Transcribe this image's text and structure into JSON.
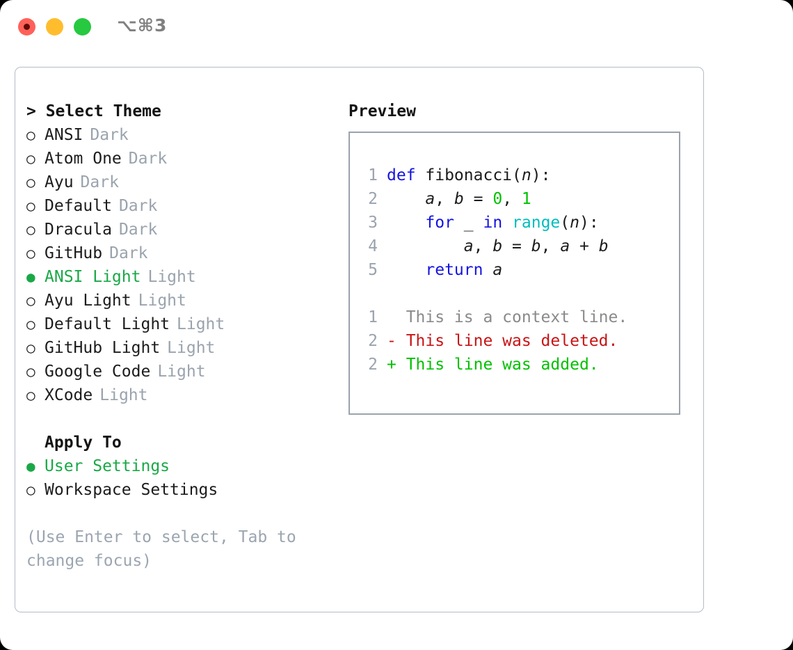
{
  "window": {
    "shortcut": "⌥⌘3",
    "traffic_lights": [
      {
        "name": "close-button",
        "color": "#ff6159"
      },
      {
        "name": "minimize-button",
        "color": "#ffbd2e"
      },
      {
        "name": "maximize-button",
        "color": "#26c940"
      }
    ]
  },
  "theme_panel": {
    "heading": "> Select Theme",
    "selected_theme": "ANSI Light",
    "items": [
      {
        "bullet": "○",
        "label": "ANSI",
        "variant": "Dark",
        "selected": false
      },
      {
        "bullet": "○",
        "label": "Atom One",
        "variant": "Dark",
        "selected": false
      },
      {
        "bullet": "○",
        "label": "Ayu",
        "variant": "Dark",
        "selected": false
      },
      {
        "bullet": "○",
        "label": "Default",
        "variant": "Dark",
        "selected": false
      },
      {
        "bullet": "○",
        "label": "Dracula",
        "variant": "Dark",
        "selected": false
      },
      {
        "bullet": "○",
        "label": "GitHub",
        "variant": "Dark",
        "selected": false
      },
      {
        "bullet": "●",
        "label": "ANSI Light",
        "variant": "Light",
        "selected": true
      },
      {
        "bullet": "○",
        "label": "Ayu Light",
        "variant": "Light",
        "selected": false
      },
      {
        "bullet": "○",
        "label": "Default Light",
        "variant": "Light",
        "selected": false
      },
      {
        "bullet": "○",
        "label": "GitHub Light",
        "variant": "Light",
        "selected": false
      },
      {
        "bullet": "○",
        "label": "Google Code",
        "variant": "Light",
        "selected": false
      },
      {
        "bullet": "○",
        "label": "XCode",
        "variant": "Light",
        "selected": false
      }
    ]
  },
  "apply_to": {
    "heading": "Apply To",
    "selected": "User Settings",
    "items": [
      {
        "bullet": "●",
        "label": "User Settings",
        "selected": true
      },
      {
        "bullet": "○",
        "label": "Workspace Settings",
        "selected": false
      }
    ]
  },
  "hint": "(Use Enter to select, Tab to change focus)",
  "preview": {
    "heading": "Preview",
    "code_lines": [
      {
        "num": "1",
        "tokens": [
          {
            "t": "def ",
            "k": "kw"
          },
          {
            "t": "fibonacci",
            "k": "pl"
          },
          {
            "t": "(",
            "k": "pl"
          },
          {
            "t": "n",
            "k": "id"
          },
          {
            "t": "):",
            "k": "pl"
          }
        ]
      },
      {
        "num": "2",
        "tokens": [
          {
            "t": "    ",
            "k": "pl"
          },
          {
            "t": "a",
            "k": "id"
          },
          {
            "t": ", ",
            "k": "pl"
          },
          {
            "t": "b",
            "k": "id"
          },
          {
            "t": " = ",
            "k": "pl"
          },
          {
            "t": "0",
            "k": "num"
          },
          {
            "t": ", ",
            "k": "pl"
          },
          {
            "t": "1",
            "k": "num"
          }
        ]
      },
      {
        "num": "3",
        "tokens": [
          {
            "t": "    ",
            "k": "pl"
          },
          {
            "t": "for",
            "k": "kw"
          },
          {
            "t": " _ ",
            "k": "pl"
          },
          {
            "t": "in",
            "k": "kw"
          },
          {
            "t": " ",
            "k": "pl"
          },
          {
            "t": "range",
            "k": "bi"
          },
          {
            "t": "(",
            "k": "pl"
          },
          {
            "t": "n",
            "k": "id"
          },
          {
            "t": "):",
            "k": "pl"
          }
        ]
      },
      {
        "num": "4",
        "tokens": [
          {
            "t": "        ",
            "k": "pl"
          },
          {
            "t": "a",
            "k": "id"
          },
          {
            "t": ", ",
            "k": "pl"
          },
          {
            "t": "b",
            "k": "id"
          },
          {
            "t": " = ",
            "k": "pl"
          },
          {
            "t": "b",
            "k": "id"
          },
          {
            "t": ", ",
            "k": "pl"
          },
          {
            "t": "a",
            "k": "id"
          },
          {
            "t": " + ",
            "k": "pl"
          },
          {
            "t": "b",
            "k": "id"
          }
        ]
      },
      {
        "num": "5",
        "tokens": [
          {
            "t": "    ",
            "k": "pl"
          },
          {
            "t": "return",
            "k": "kw"
          },
          {
            "t": " ",
            "k": "pl"
          },
          {
            "t": "a",
            "k": "id"
          }
        ]
      }
    ],
    "diff_lines": [
      {
        "num": "1",
        "marker": "  ",
        "text": "This is a context line.",
        "kind": "ctx"
      },
      {
        "num": "2",
        "marker": "- ",
        "text": "This line was deleted.",
        "kind": "del"
      },
      {
        "num": "2",
        "marker": "+ ",
        "text": "This line was added.",
        "kind": "add"
      }
    ]
  },
  "colors": {
    "accent_green": "#1aa846",
    "muted_gray": "#9aa3ad",
    "hint_gray": "#9ba5b1",
    "keyword_blue": "#1414e0",
    "number_green": "#00c000",
    "builtin_cyan": "#00bcbc",
    "diff_delete_red": "#c81414",
    "diff_add_green": "#00c000",
    "card_border": "#b4bcc6",
    "preview_border": "#9aa3ad"
  }
}
